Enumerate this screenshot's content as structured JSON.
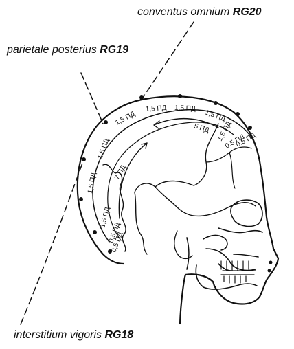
{
  "labels": {
    "rg20": {
      "name": "conventus omnium",
      "code": "RG20"
    },
    "rg19": {
      "name": "parietale posterius",
      "code": "RG19"
    },
    "rg18": {
      "name": "interstitium vigoris",
      "code": "RG18"
    }
  },
  "measures": {
    "m1_5": "1,5 ПД",
    "m5": "5 ПД",
    "m7": "7 ПД",
    "m0_5": "0,5 ПД"
  },
  "colors": {
    "ink": "#111111",
    "paper": "#ffffff"
  }
}
